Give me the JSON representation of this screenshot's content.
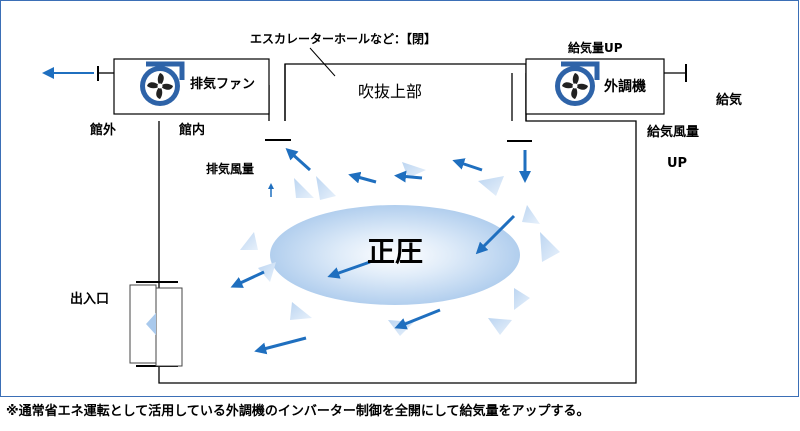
{
  "labels": {
    "hall_note": "エスカレーターホールなど：【閉】",
    "atrium": "吹抜上部",
    "exhaust_fan": "排気ファン",
    "outside": "館外",
    "inside": "館内",
    "exhaust_flow": "排気風量",
    "supply_up": "給気量UP",
    "ac_unit": "外調機",
    "supply": "給気",
    "supply_flow": "給気風量",
    "up": "UP",
    "entrance": "出入口",
    "positive_pressure": "正圧"
  },
  "footnote": "※通常省エネ運転として活用している外調機のインバーター制御を全開にして給気量をアップする。",
  "colors": {
    "frame": "#3b6fb6",
    "arrow": "#1f6fbf",
    "light_blue": "#cfe2f6",
    "fan": "#2e63a8"
  },
  "icons": [
    "fan-icon-left",
    "fan-icon-right"
  ]
}
